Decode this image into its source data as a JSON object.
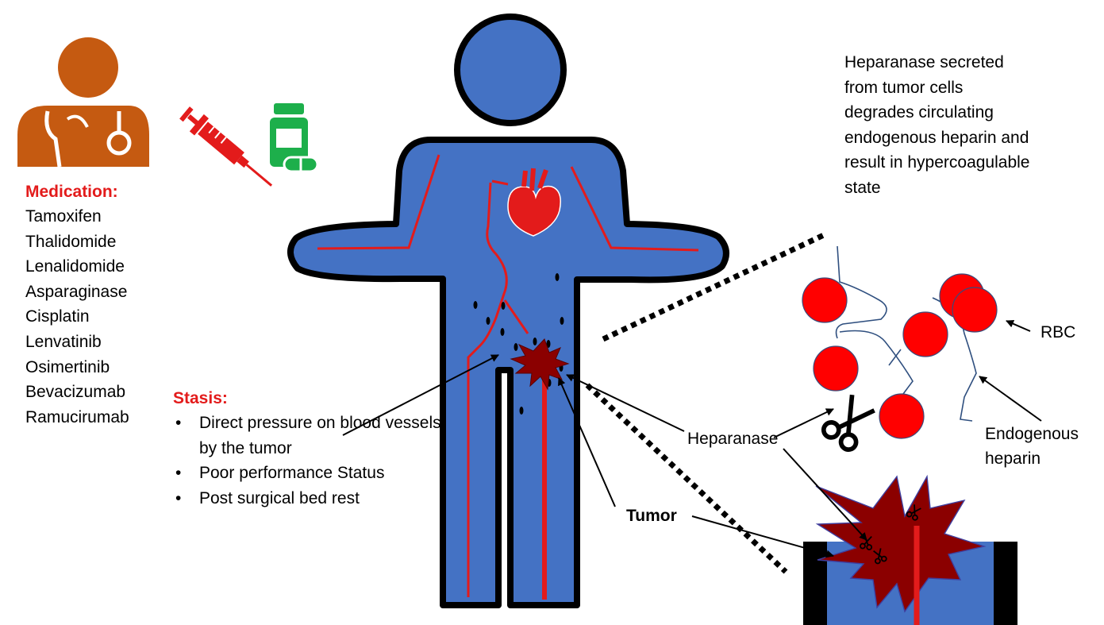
{
  "medication": {
    "heading": "Medication:",
    "items": [
      "Tamoxifen",
      "Thalidomide",
      "Lenalidomide",
      "Asparaginase",
      "Cisplatin",
      "Lenvatinib",
      "Osimertinib",
      "Bevacizumab",
      "Ramucirumab"
    ]
  },
  "stasis": {
    "heading": "Stasis:",
    "items": [
      "Direct pressure on blood vessels by the tumor",
      "Poor performance Status",
      "Post surgical bed rest"
    ]
  },
  "heparanase_note": {
    "lines": [
      "Heparanase secreted",
      "from tumor cells",
      "degrades circulating",
      "endogenous heparin and",
      "result in hypercoagulable",
      "state"
    ]
  },
  "labels": {
    "rbc": "RBC",
    "endogenous_heparin_1": "Endogenous",
    "endogenous_heparin_2": "heparin",
    "heparanase": "Heparanase",
    "tumor": "Tumor"
  },
  "colors": {
    "body_fill": "#4472c4",
    "outline": "#000000",
    "vessel": "#e31b1b",
    "tumor": "#8b0000",
    "doctor_icon": "#c55a11",
    "pill_icon": "#1daf4b",
    "rbc": "#ff0000"
  }
}
